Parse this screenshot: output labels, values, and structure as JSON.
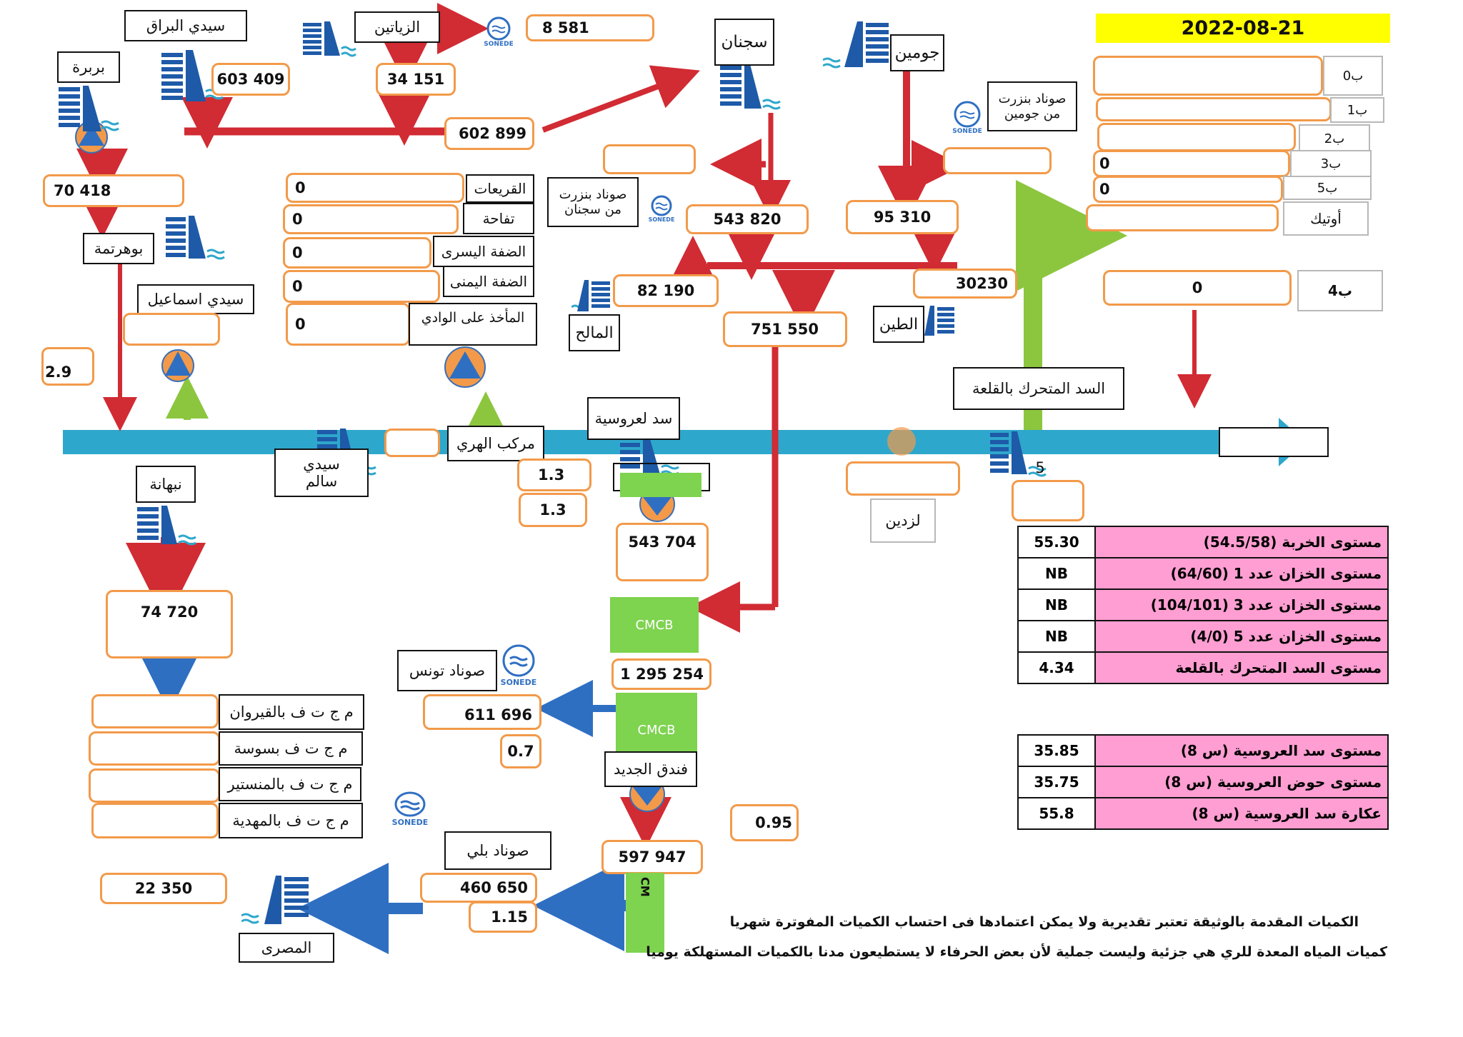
{
  "date": "2022-08-21",
  "labels": {
    "sidi_barrak": "سيدي البراق",
    "zitoun": "الزياتين",
    "barbara": "بربرة",
    "sejnane": "سجنان",
    "joumine": "جومين",
    "sonede_bizerte_joumine": "صوناد بنزرت من جومين",
    "sonede_bizerte_sejnane": "صوناد بنزرت من سجنان",
    "bouhertma": "بوهرتمة",
    "sidi_ismail": "سيدي اسماعيل",
    "qariaat": "القريعات",
    "touffaha": "تفاحة",
    "left_bank": "الضفة اليسرى",
    "right_bank": "الضفة اليمنى",
    "wadi_intake": "المأخذ على الوادي",
    "malah": "المالح",
    "tine": "الطين",
    "mobile_dam_qalaa": "السد المتحرك بالقلعة",
    "lazdine": "لزدين",
    "sidi_salem": "سيدي سالم",
    "harhi_complex": "مركب الهري",
    "laaroussia_dam": "سد لعروسية",
    "nebhana": "نبهانة",
    "sonede_tunis": "صوناد تونس",
    "fondouk_jedid": "فندق الجديد",
    "sonede_beli": "صوناد بلي",
    "masri": "المصرى",
    "kairouan": "م ج ت ف بالقيروان",
    "sousse": "م ج ت ف بسوسة",
    "monastir": "م ج ت ف بالمنستير",
    "mahdia": "م ج ت ف بالمهدية",
    "b0": "ب0",
    "b1": "ب1",
    "b2": "ب2",
    "b3": "ب3",
    "b5": "ب5",
    "outik": "أوتيك",
    "b4": "ب4",
    "cmcb": "CMCB",
    "cm": "CM",
    "sonede": "SONEDE"
  },
  "values": {
    "v8581": "8 581",
    "v603409": "603 409",
    "v34151": "34 151",
    "v602899": "602 899",
    "v70418": "70 418",
    "v543820": "543 820",
    "v95310": "95 310",
    "v82190": "82 190",
    "v30230": "30230",
    "v751550": "751 550",
    "qariaat": "0",
    "touffaha": "0",
    "left_bank": "0",
    "right_bank": "0",
    "wadi_intake": "0",
    "b3": "0",
    "b5": "0",
    "b4": "0",
    "v2_9": "2.9",
    "v1_3a": "1.3",
    "v1_3b": "1.3",
    "v543704": "543 704",
    "v74720": "74 720",
    "v1295254": "1 295 254",
    "v611696": "611 696",
    "v0_7": "0.7",
    "v0_95": "0.95",
    "v597947": "597 947",
    "v22350": "22 350",
    "v460650": "460 650",
    "v1_15": "1.15",
    "v5": "5"
  },
  "levels1": [
    {
      "label": "مستوى الخربة (54.5/58)",
      "value": "55.30"
    },
    {
      "label": "مستوى الخزان عدد 1 (64/60)",
      "value": "NB"
    },
    {
      "label": "مستوى الخزان عدد 3 (104/101)",
      "value": "NB"
    },
    {
      "label": "مستوى الخزان عدد 5 (4/0)",
      "value": "NB"
    },
    {
      "label": "مستوى السد المتحرك بالقلعة",
      "value": "4.34"
    }
  ],
  "levels2": [
    {
      "label": "مستوى سد العروسية (س 8)",
      "value": "35.85"
    },
    {
      "label": "مستوى حوض العروسية (س 8)",
      "value": "35.75"
    },
    {
      "label": "عكارة سد العروسية (س 8)",
      "value": "55.8"
    }
  ],
  "notes": {
    "line1": "الكميات المقدمة بالوثيقة تعتبر تقديرية ولا يمكن اعتمادها فى احتساب الكميات المفوترة شهريا",
    "line2": "كميات المياه المعدة للري هي جزئية وليست جملية لأن بعض الحرفاء لا يستطيعون مدنا بالكميات المستهلكة يوميا"
  },
  "colors": {
    "orange_border": "#f29a4a",
    "red_arrow": "#d12b33",
    "blue_river": "#2ea7cc",
    "pink_cell": "#ff9ed2",
    "green_block": "#7ed34f",
    "yellow_date": "#ffff00",
    "dam_blue": "#1e5aa8"
  }
}
